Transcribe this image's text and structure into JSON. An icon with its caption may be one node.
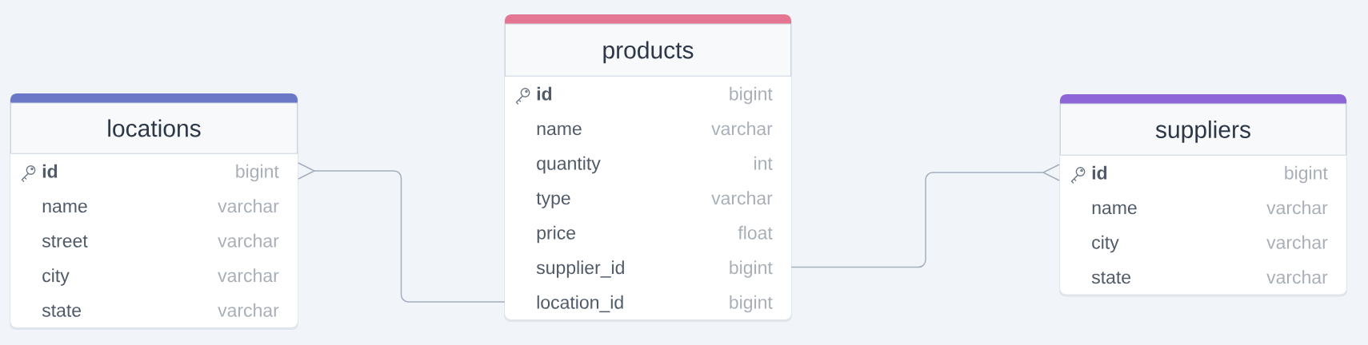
{
  "diagram": {
    "nodes": [
      {
        "text": [
          "locations"
        ]
      },
      {
        "text": [
          "id",
          "bigint"
        ],
        "in": 0
      },
      {
        "text": [
          "name",
          "varchar"
        ],
        "in": 0
      },
      {
        "text": [
          "street",
          "varchar"
        ],
        "in": 0
      },
      {
        "text": [
          "city",
          "varchar"
        ],
        "in": 0
      },
      {
        "text": [
          "state",
          "varchar"
        ],
        "in": 0
      },
      {
        "text": [
          "products"
        ]
      },
      {
        "text": [
          "id",
          "bigint"
        ],
        "in": 6
      },
      {
        "text": [
          "name",
          "varchar"
        ],
        "in": 6
      },
      {
        "text": [
          "quantity",
          "int"
        ],
        "in": 6
      },
      {
        "text": [
          "type",
          "varchar"
        ],
        "in": 6
      },
      {
        "text": [
          "price",
          "float"
        ],
        "in": 6
      },
      {
        "text": [
          "supplier_id",
          "bigint"
        ],
        "in": 6
      },
      {
        "text": [
          "location_id",
          "bigint"
        ],
        "in": 6
      },
      {
        "text": [
          "suppliers"
        ]
      },
      {
        "text": [
          "id",
          "bigint"
        ],
        "in": 14
      },
      {
        "text": [
          "name",
          "varchar"
        ],
        "in": 14
      },
      {
        "text": [
          "city",
          "varchar"
        ],
        "in": 14
      },
      {
        "text": [
          "state",
          "varchar"
        ],
        "in": 14
      }
    ],
    "edges": [
      {
        "from": 6,
        "to": 0,
        "arrow": "other"
      },
      {
        "from": 6,
        "to": 14,
        "arrow": "other"
      }
    ]
  }
}
